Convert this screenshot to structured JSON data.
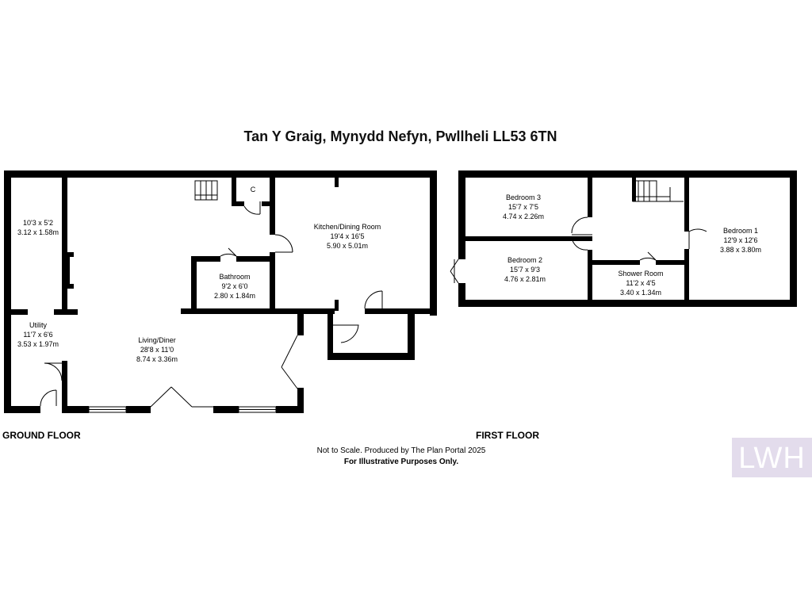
{
  "title": "Tan Y Graig, Mynydd Nefyn, Pwllheli LL53 6TN",
  "floors": {
    "ground": "GROUND FLOOR",
    "first": "FIRST FLOOR"
  },
  "rooms": {
    "store": {
      "name": "",
      "dims_imperial": "10'3 x 5'2",
      "dims_metric": "3.12 x 1.58m"
    },
    "utility": {
      "name": "Utility",
      "dims_imperial": "11'7 x 6'6",
      "dims_metric": "3.53 x 1.97m"
    },
    "living": {
      "name": "Living/Diner",
      "dims_imperial": "28'8 x 11'0",
      "dims_metric": "8.74 x 3.36m"
    },
    "bathroom": {
      "name": "Bathroom",
      "dims_imperial": "9'2 x 6'0",
      "dims_metric": "2.80 x 1.84m"
    },
    "kitchen": {
      "name": "Kitchen/Dining Room",
      "dims_imperial": "19'4 x 16'5",
      "dims_metric": "5.90 x 5.01m"
    },
    "cupboard": {
      "name": "C"
    },
    "bedroom3": {
      "name": "Bedroom 3",
      "dims_imperial": "15'7 x 7'5",
      "dims_metric": "4.74 x 2.26m"
    },
    "bedroom2": {
      "name": "Bedroom 2",
      "dims_imperial": "15'7 x 9'3",
      "dims_metric": "4.76 x 2.81m"
    },
    "shower": {
      "name": "Shower Room",
      "dims_imperial": "11'2 x 4'5",
      "dims_metric": "3.40 x 1.34m"
    },
    "bedroom1": {
      "name": "Bedroom 1",
      "dims_imperial": "12'9 x 12'6",
      "dims_metric": "3.88 x 3.80m"
    }
  },
  "notes": {
    "scale": "Not to Scale. Produced by The Plan Portal 2025",
    "illustrative": "For Illustrative Purposes Only."
  },
  "logo": {
    "text": "LWH",
    "color": "#e3dcec"
  }
}
